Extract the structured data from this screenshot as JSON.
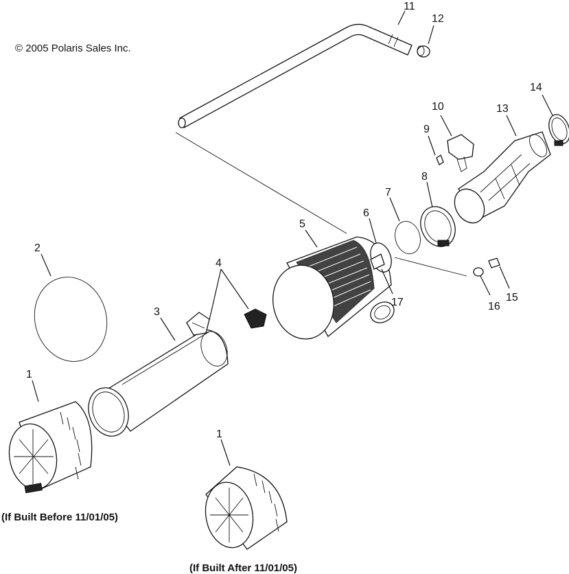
{
  "copyright": "© 2005 Polaris Sales Inc.",
  "captions": {
    "before": "(If Built Before 11/01/05)",
    "after": "(If Built After 11/01/05)"
  },
  "callouts": {
    "c1a": "1",
    "c1b": "1",
    "c2": "2",
    "c3": "3",
    "c4": "4",
    "c5": "5",
    "c6": "6",
    "c7": "7",
    "c8": "8",
    "c9": "9",
    "c10": "10",
    "c11": "11",
    "c12": "12",
    "c13": "13",
    "c14": "14",
    "c15": "15",
    "c16": "16",
    "c17": "17"
  }
}
